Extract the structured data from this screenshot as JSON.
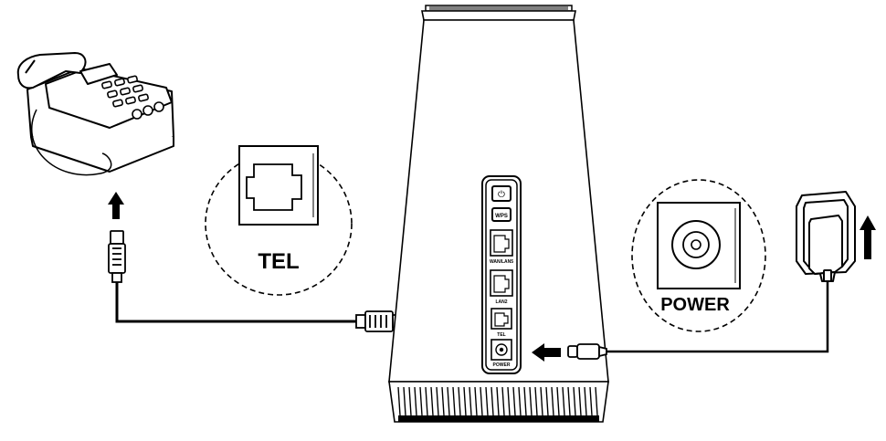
{
  "callouts": {
    "tel": "TEL",
    "power": "POWER"
  },
  "router_panel": {
    "power_button_symbol": "⏻",
    "wps_button": "WPS",
    "port_wan_lan": "WAN/LAN5",
    "port_lan": "LAN2",
    "port_tel": "TEL",
    "port_power": "POWER"
  },
  "colors": {
    "line": "#000000",
    "background": "#ffffff"
  }
}
